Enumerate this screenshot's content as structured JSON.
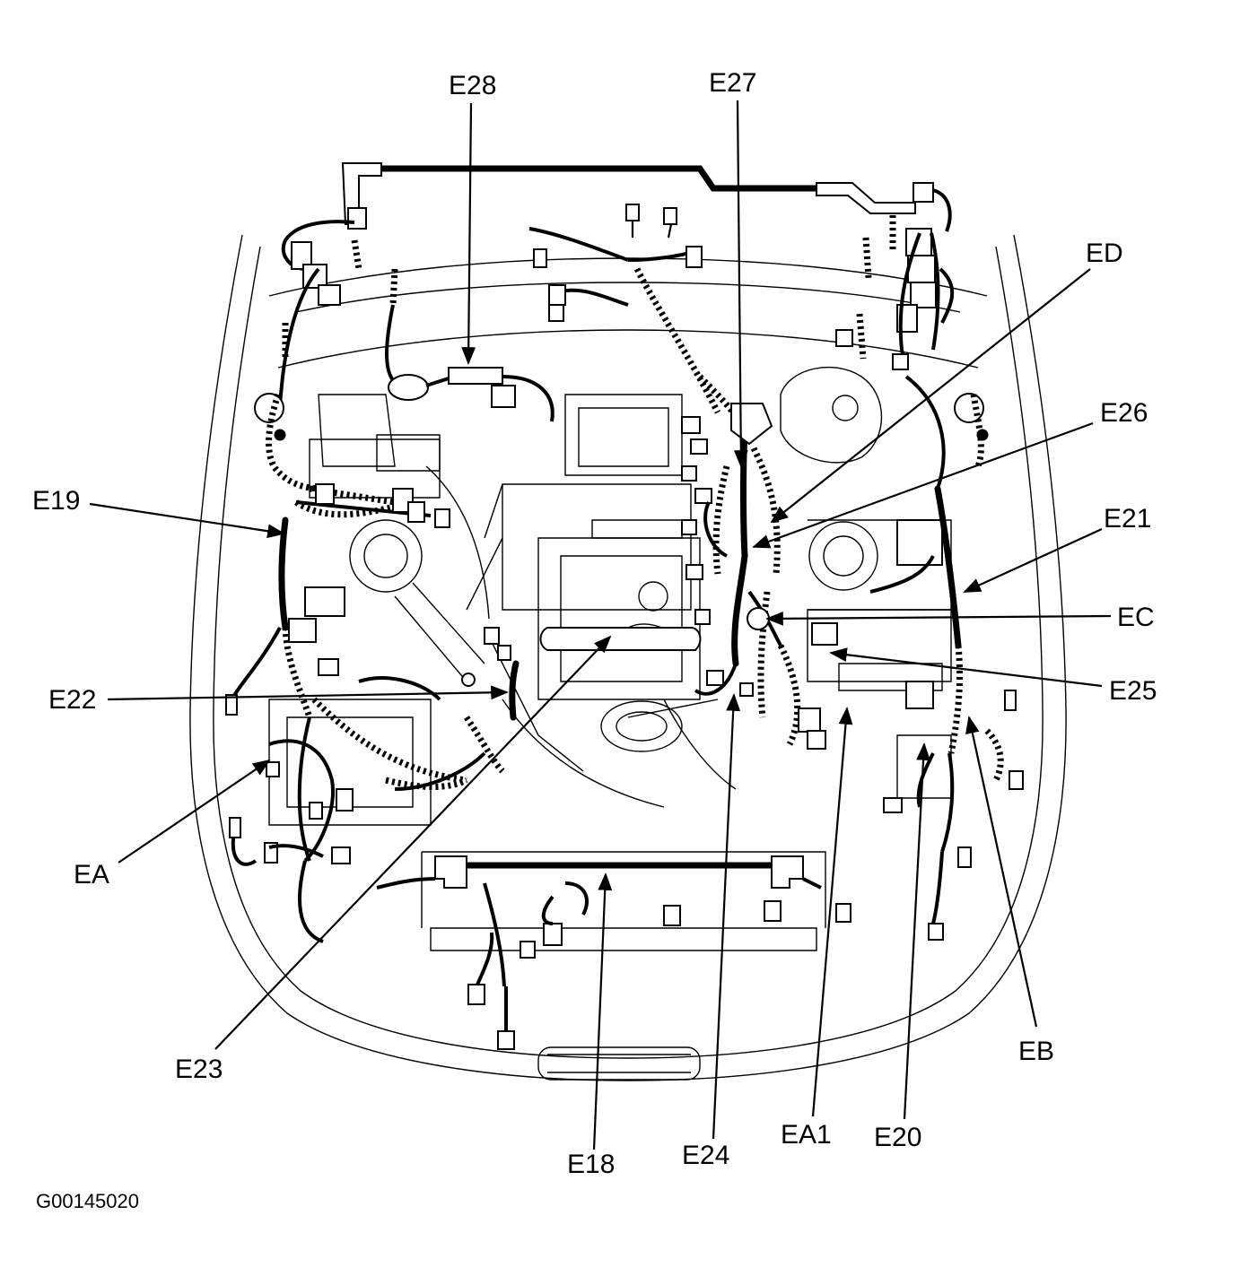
{
  "diagram": {
    "callouts": [
      {
        "id": "E28",
        "label": "E28"
      },
      {
        "id": "E27",
        "label": "E27"
      },
      {
        "id": "ED",
        "label": "ED"
      },
      {
        "id": "E26",
        "label": "E26"
      },
      {
        "id": "E19",
        "label": "E19"
      },
      {
        "id": "E21",
        "label": "E21"
      },
      {
        "id": "EC",
        "label": "EC"
      },
      {
        "id": "E22",
        "label": "E22"
      },
      {
        "id": "E25",
        "label": "E25"
      },
      {
        "id": "EA",
        "label": "EA"
      },
      {
        "id": "E23",
        "label": "E23"
      },
      {
        "id": "EB",
        "label": "EB"
      },
      {
        "id": "EA1",
        "label": "EA1"
      },
      {
        "id": "E20",
        "label": "E20"
      },
      {
        "id": "E24",
        "label": "E24"
      },
      {
        "id": "E18",
        "label": "E18"
      }
    ],
    "figure_id": "G00145020",
    "ink_color": "#000000",
    "paper_color": "#ffffff"
  }
}
